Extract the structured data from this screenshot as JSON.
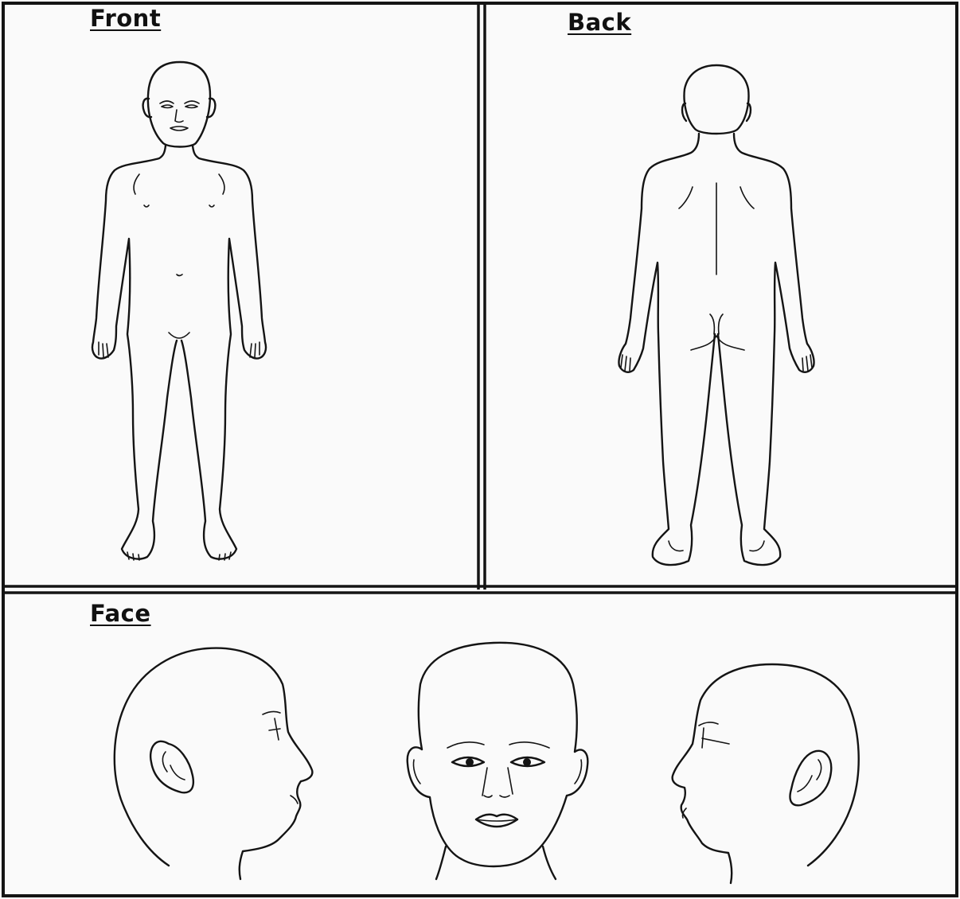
{
  "labels": {
    "front": "Front",
    "back": "Back",
    "face": "Face"
  },
  "colors": {
    "background": "#fafafa",
    "line": "#141414"
  }
}
